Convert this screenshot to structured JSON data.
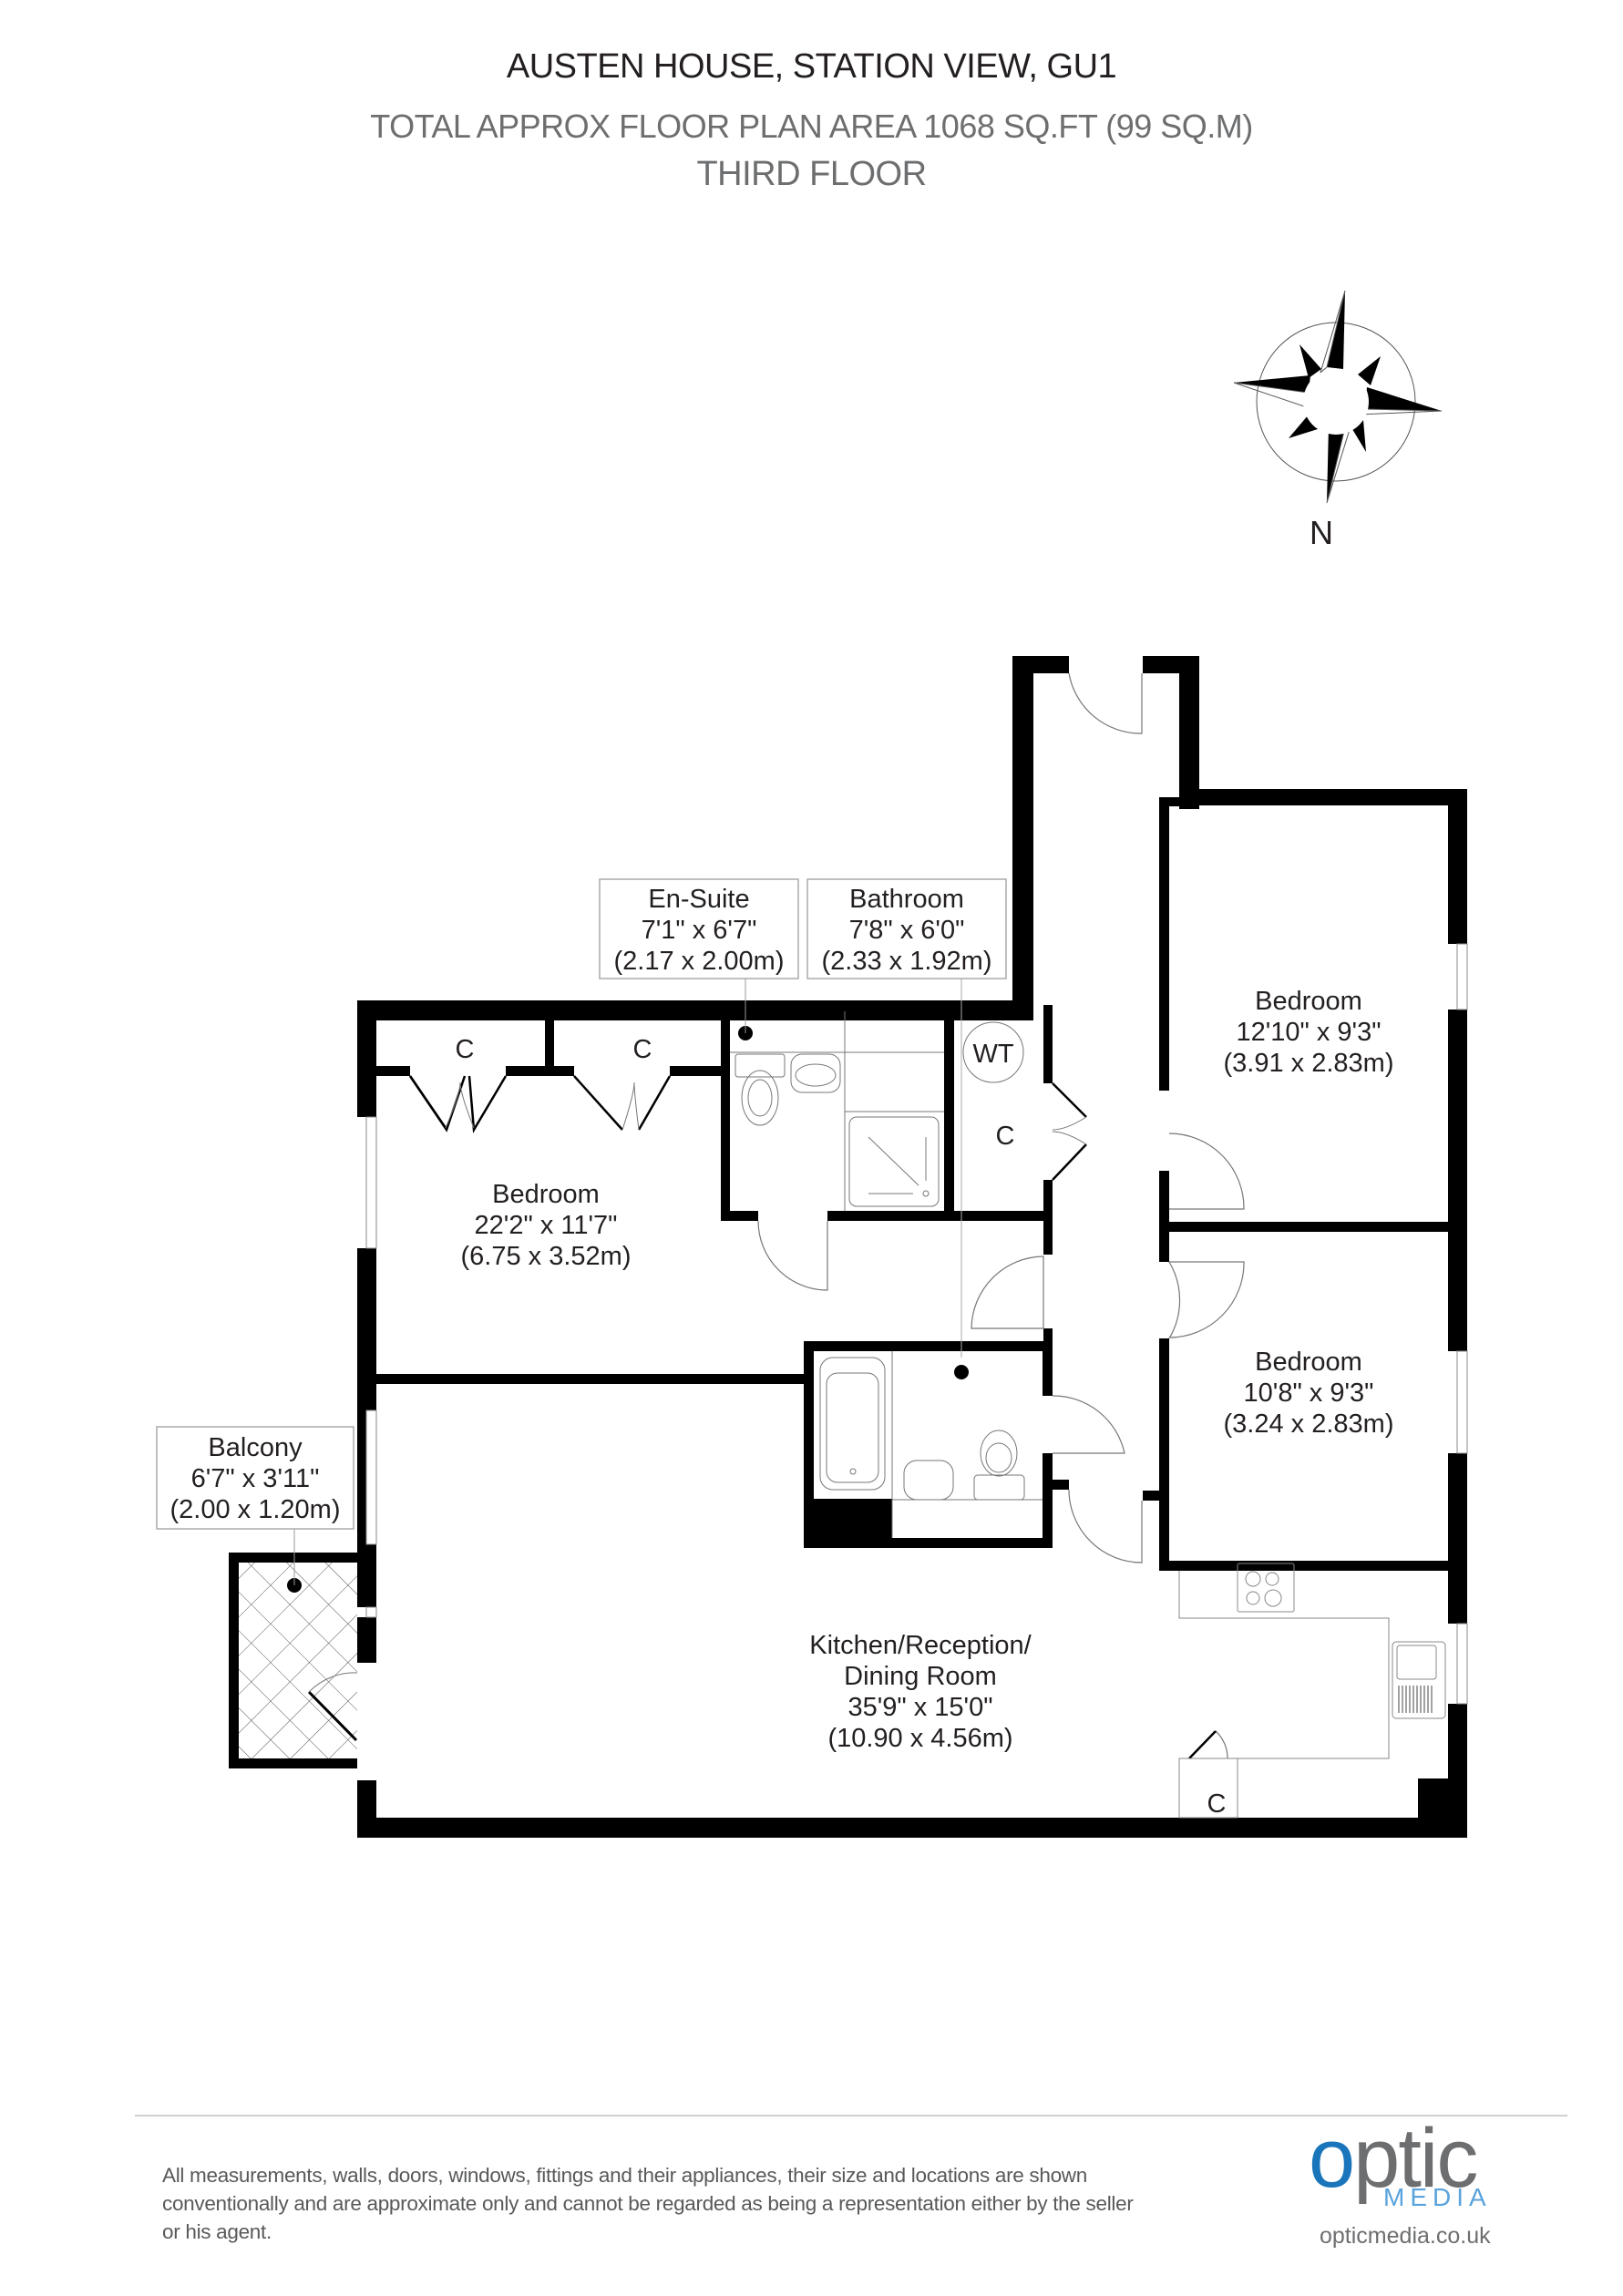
{
  "header": {
    "title": "AUSTEN HOUSE, STATION VIEW, GU1",
    "subtitle": "TOTAL APPROX FLOOR PLAN AREA 1068 SQ.FT (99 SQ.M)",
    "floor": "THIRD FLOOR"
  },
  "compass": {
    "icon": "compass-rose-icon",
    "north_label": "N"
  },
  "rooms": {
    "ensuite": {
      "name": "En-Suite",
      "imperial": "7'1\" x 6'7\"",
      "metric": "(2.17 x 2.00m)"
    },
    "bathroom": {
      "name": "Bathroom",
      "imperial": "7'8\" x 6'0\"",
      "metric": "(2.33 x 1.92m)"
    },
    "bedroom_main": {
      "name": "Bedroom",
      "imperial": "22'2\" x 11'7\"",
      "metric": "(6.75 x 3.52m)"
    },
    "bedroom_2": {
      "name": "Bedroom",
      "imperial": "12'10\" x 9'3\"",
      "metric": "(3.91 x 2.83m)"
    },
    "bedroom_3": {
      "name": "Bedroom",
      "imperial": "10'8\" x 9'3\"",
      "metric": "(3.24 x 2.83m)"
    },
    "balcony": {
      "name": "Balcony",
      "imperial": "6'7\" x 3'11\"",
      "metric": "(2.00 x 1.20m)"
    },
    "kitchen": {
      "name_line1": "Kitchen/Reception/",
      "name_line2": "Dining Room",
      "imperial": "35'9\" x 15'0\"",
      "metric": "(10.90 x 4.56m)"
    }
  },
  "fixtures": {
    "cupboard_label": "C",
    "water_tank_label": "WT"
  },
  "footer": {
    "disclaimer": "All measurements, walls, doors, windows, fittings and their appliances, their size and locations are shown conventionally and are approximate only and cannot be regarded as being a representation either by the seller or his agent.",
    "logo": {
      "o": "o",
      "rest": "ptic",
      "media": "MEDIA",
      "url": "opticmedia.co.uk"
    }
  },
  "colors": {
    "wall": "#000000",
    "title_text": "#231f20",
    "subtitle_text": "#6d6e70",
    "logo_blue": "#1b75bb",
    "logo_gray": "#6d6e70"
  }
}
